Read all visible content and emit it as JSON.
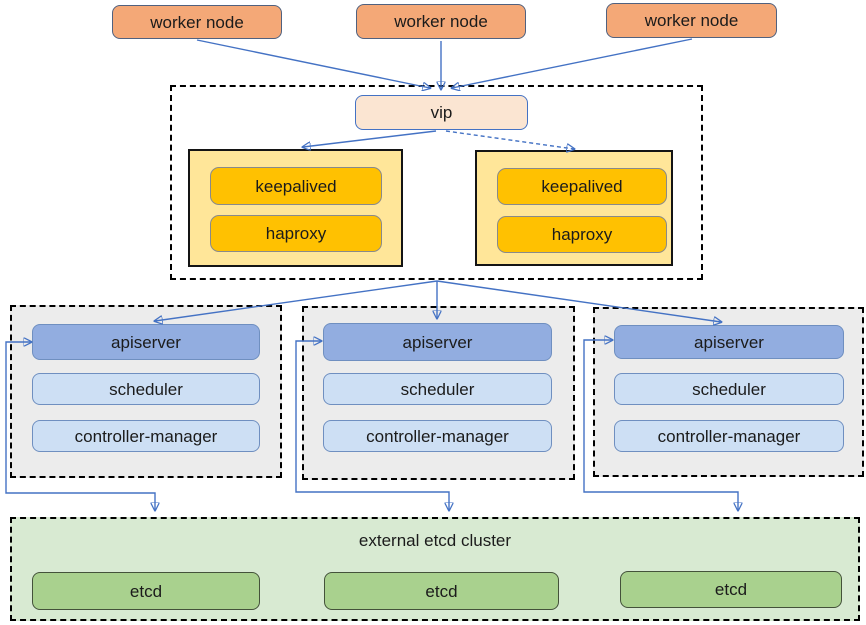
{
  "workers": [
    {
      "label": "worker node"
    },
    {
      "label": "worker node"
    },
    {
      "label": "worker node"
    }
  ],
  "vip_label": "vip",
  "lb_nodes": [
    {
      "keepalived": "keepalived",
      "haproxy": "haproxy"
    },
    {
      "keepalived": "keepalived",
      "haproxy": "haproxy"
    }
  ],
  "masters": [
    {
      "apiserver": "apiserver",
      "scheduler": "scheduler",
      "controller_manager": "controller-manager"
    },
    {
      "apiserver": "apiserver",
      "scheduler": "scheduler",
      "controller_manager": "controller-manager"
    },
    {
      "apiserver": "apiserver",
      "scheduler": "scheduler",
      "controller_manager": "controller-manager"
    }
  ],
  "etcd_cluster": {
    "title": "external etcd cluster",
    "nodes": [
      {
        "label": "etcd"
      },
      {
        "label": "etcd"
      },
      {
        "label": "etcd"
      }
    ]
  },
  "colors": {
    "worker_fill": "#F4A877",
    "vip_fill": "#FBE5D2",
    "lb_group_fill": "#FFE699",
    "keepalived_haproxy_fill": "#FFC101",
    "master_group_fill": "#ECECEC",
    "apiserver_fill": "#92ADE0",
    "scheduler_fill": "#CDDFF4",
    "etcd_cluster_fill": "#D8EAD2",
    "etcd_fill": "#A9D18E",
    "arrow": "#4472C4",
    "dashed_border": "#000000"
  }
}
